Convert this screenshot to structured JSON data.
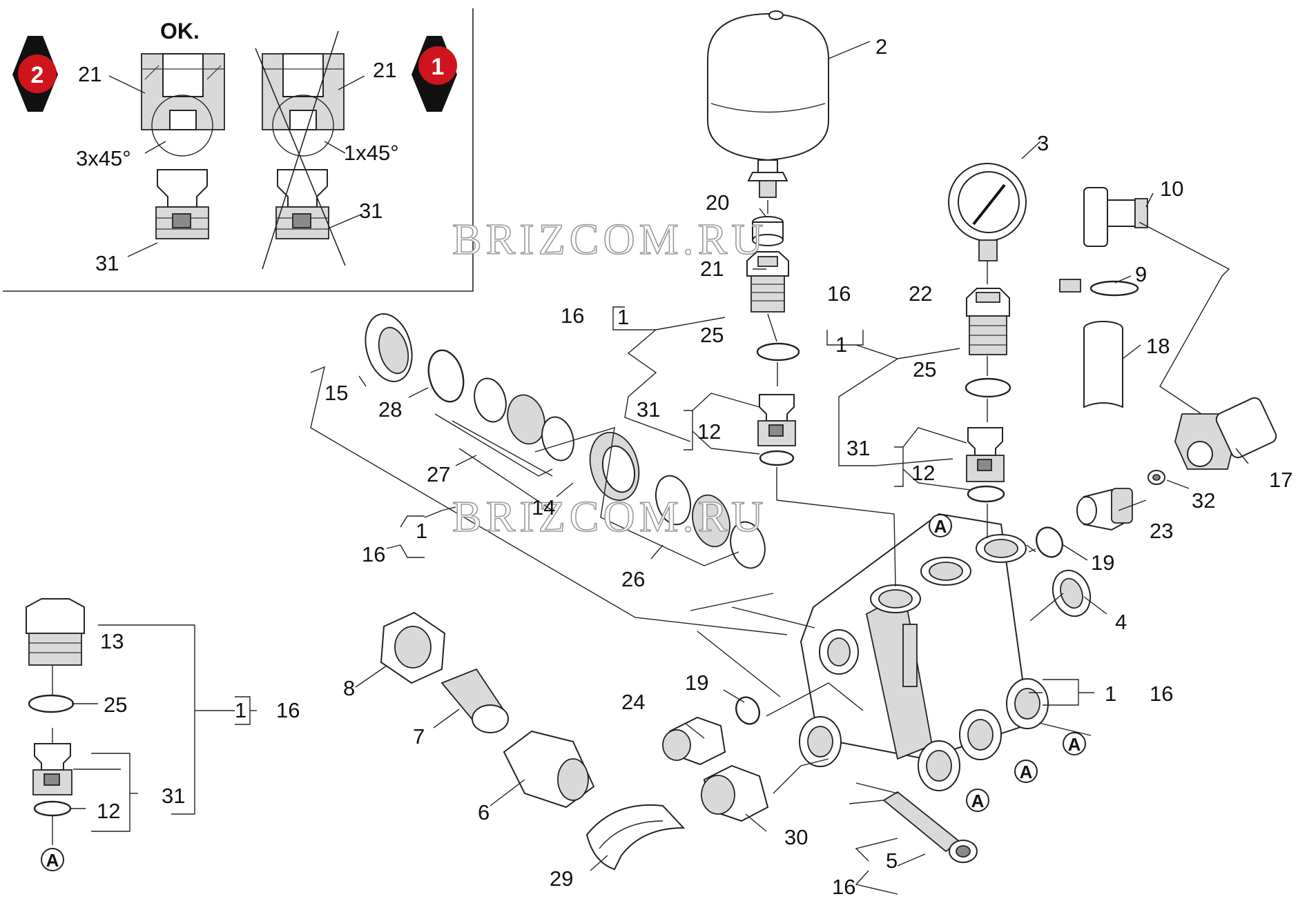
{
  "detail_inset": {
    "ok_label": "OK.",
    "badge_good": "2",
    "badge_bad": "1",
    "chamfer_good": "3x45°",
    "chamfer_bad": "1x45°"
  },
  "watermark": "BRIZCOM.RU",
  "reference_marker": "A",
  "part_labels": {
    "p1": "1",
    "p2": "2",
    "p3": "3",
    "p4": "4",
    "p5": "5",
    "p6": "6",
    "p7": "7",
    "p8": "8",
    "p9": "9",
    "p10": "10",
    "p12": "12",
    "p13": "13",
    "p14": "14",
    "p15": "15",
    "p16": "16",
    "p17": "17",
    "p18": "18",
    "p19": "19",
    "p20": "20",
    "p21": "21",
    "p22": "22",
    "p23": "23",
    "p24": "24",
    "p25": "25",
    "p26": "26",
    "p27": "27",
    "p28": "28",
    "p29": "29",
    "p30": "30",
    "p31": "31",
    "p32": "32"
  },
  "colors": {
    "badge_red": "#d0141c",
    "line": "#222222",
    "watermark_stroke": "#9a9a9a"
  }
}
